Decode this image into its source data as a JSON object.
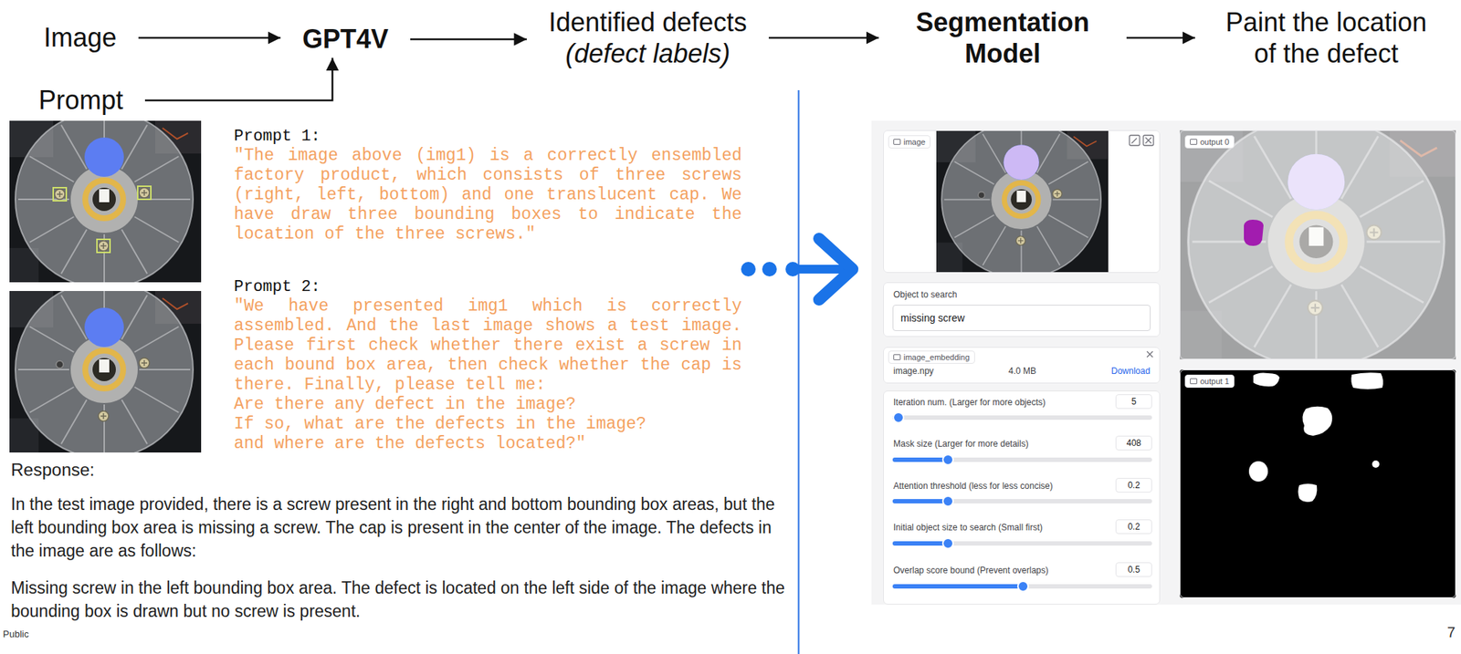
{
  "diagram": {
    "nodes": [
      {
        "text": [
          "Image"
        ]
      },
      {
        "text": [
          "GPT4V"
        ]
      },
      {
        "text": [
          "Identified defects",
          "(defect labels)"
        ]
      },
      {
        "text": [
          "Segmentation Model"
        ]
      },
      {
        "text": [
          "Paint the location of the defect"
        ]
      },
      {
        "text": [
          "Prompt"
        ]
      },
      {
        "text": [
          "image"
        ]
      },
      {
        "text": [
          "Object to search"
        ]
      },
      {
        "text": [
          "missing screw"
        ],
        "in": 7
      },
      {
        "text": [
          "image_embedding",
          "image.npy",
          "4.0 MB",
          "Download"
        ]
      },
      {
        "text": [
          "Iteration num. (Larger for more objects)",
          "Mask size (Larger for more details)",
          "Attention threshold (less for less concise)",
          "Initial object size to search (Small first)",
          "Overlap score bound (Prevent overlaps)"
        ]
      },
      {
        "text": [
          "5"
        ],
        "in": 10
      },
      {
        "text": [
          "408"
        ],
        "in": 10
      },
      {
        "text": [
          "0.2"
        ],
        "in": 10
      },
      {
        "text": [
          "0.2"
        ],
        "in": 10
      },
      {
        "text": [
          "0.5"
        ],
        "in": 10
      },
      {
        "text": [
          "output 0"
        ]
      },
      {
        "text": [
          "output 1"
        ]
      }
    ],
    "edges": [
      {
        "from": 0,
        "to": 1,
        "arrow": "to"
      },
      {
        "from": 5,
        "to": 1,
        "arrow": "to"
      },
      {
        "from": 1,
        "to": 2,
        "arrow": "to"
      },
      {
        "from": 2,
        "to": 3,
        "arrow": "to"
      },
      {
        "from": 3,
        "to": 4,
        "arrow": "to"
      }
    ],
    "labels": [
      "Prompt 1:",
      "\"The image above (img1) is a correctly ensembled factory product, which consists of three screws (right, left, bottom) and one translucent cap. We have draw three bounding boxes to indicate the location of the three screws.\"",
      "Prompt 2:",
      "\"We have presented img1 which is correctly assembled. And the last image shows a test image. Please first check whether there exist a screw in each bound box area, then check whether the cap is there. Finally, please tell me:",
      "Are there any defect in the image?",
      "If so, what are the defects in the image?",
      "and where are the defects located?\"",
      "Response:",
      "In the test image provided, there is a screw present in the right and bottom bounding box areas, but the left bounding box area is missing a screw. The cap is present in the center of the image. The defects in the image are as follows:",
      "Missing screw in the left bounding box area. The defect is located on the left side of the image where the bounding box is drawn but no screw is present.",
      "Public",
      "7"
    ]
  }
}
